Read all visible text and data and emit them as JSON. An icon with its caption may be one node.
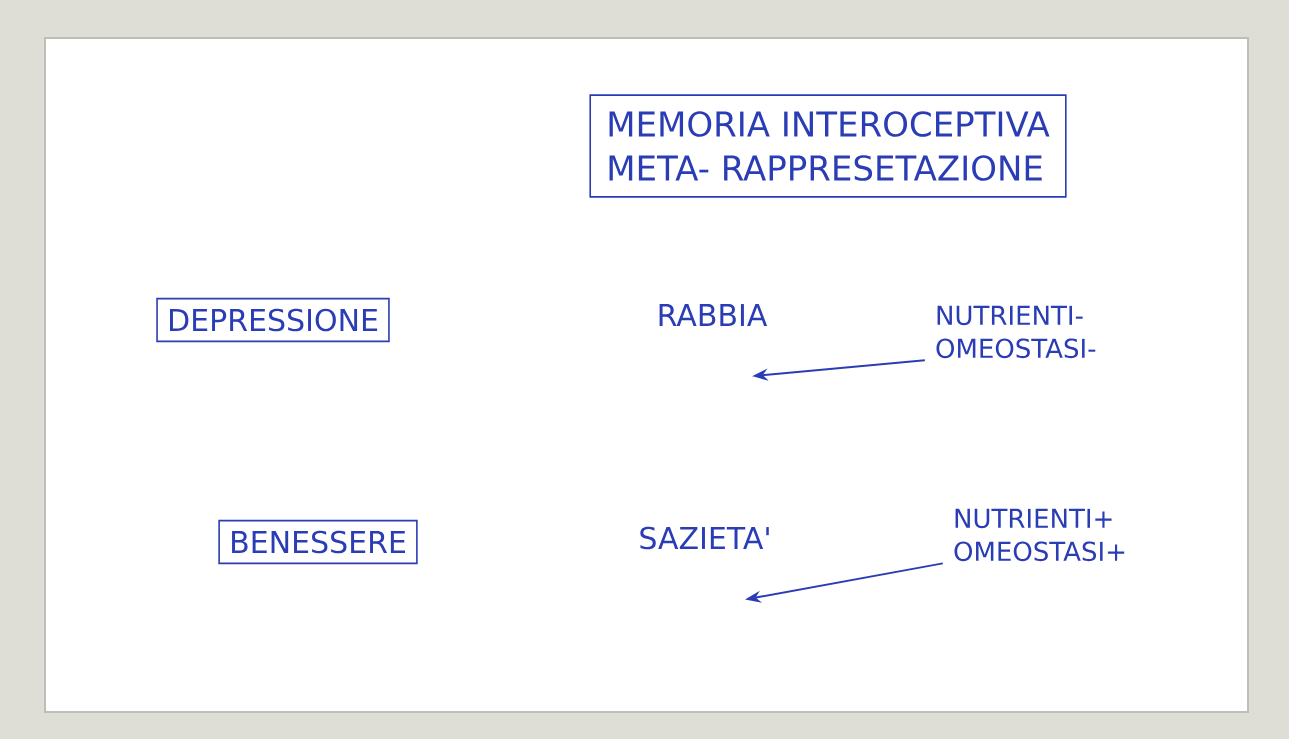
{
  "diagram": {
    "nodes": [
      {
        "text": [
          "MEMORIA INTEROCEPTIVA",
          "META- RAPPRESETAZIONE"
        ]
      },
      {
        "text": [
          "DEPRESSIONE"
        ]
      },
      {
        "text": [
          "RABBIA"
        ]
      },
      {
        "text": [
          "NUTRIENTI- OMEOSTASI-"
        ]
      },
      {
        "text": [
          "BENESSERE"
        ]
      },
      {
        "text": [
          "SAZIETA'"
        ]
      },
      {
        "text": [
          "NUTRIENTI+ OMEOSTASI+"
        ]
      }
    ],
    "edges": [
      {
        "from": 3,
        "to": 2,
        "arrow": "to"
      },
      {
        "from": 6,
        "to": 5,
        "arrow": "to"
      }
    ]
  }
}
